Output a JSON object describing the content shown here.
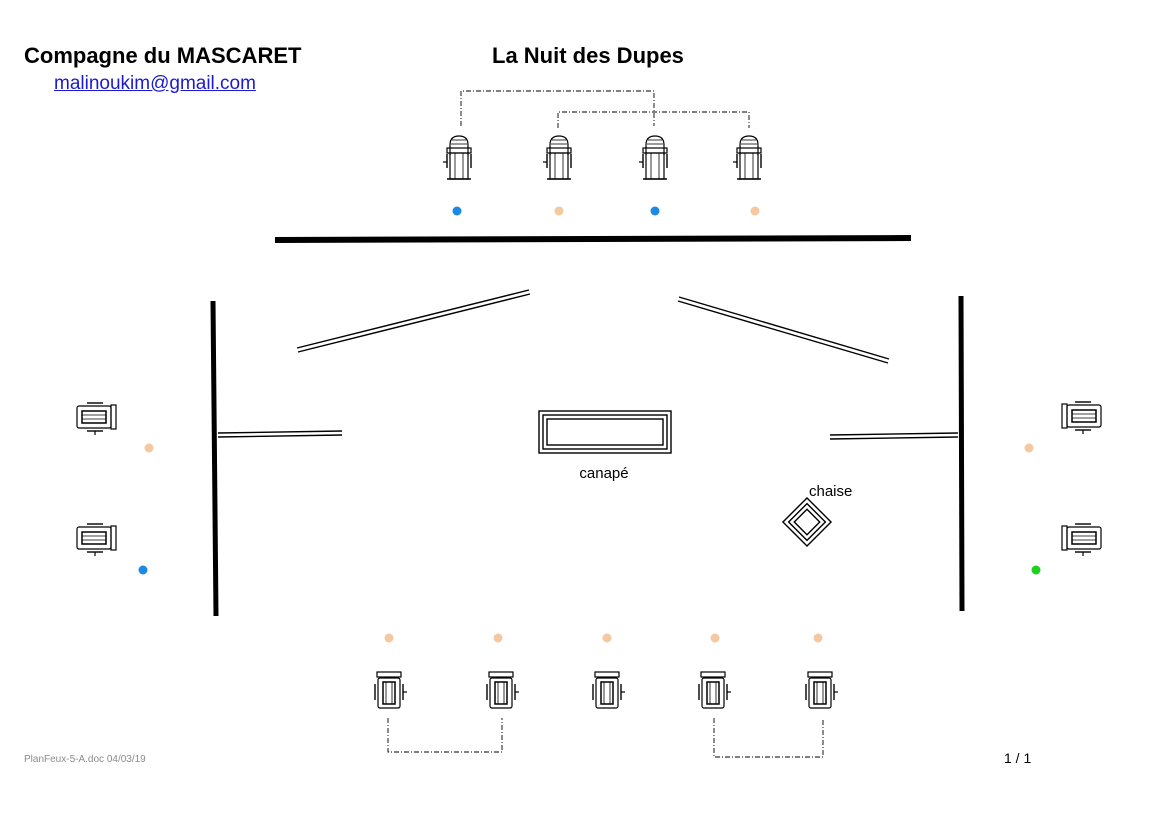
{
  "header": {
    "company": "Compagne du MASCARET",
    "email": "malinoukim@gmail.com",
    "title": "La Nuit des Dupes"
  },
  "plan": {
    "labels": {
      "sofa": "canapé",
      "chair": "chaise"
    },
    "colors": {
      "blue": "#1e88e5",
      "peach": "#f5c9a0",
      "green": "#1fd11f",
      "line": "#000000"
    }
  },
  "footer": {
    "file": "PlanFeux-5-A.doc  04/03/19",
    "page": "1 / 1"
  }
}
